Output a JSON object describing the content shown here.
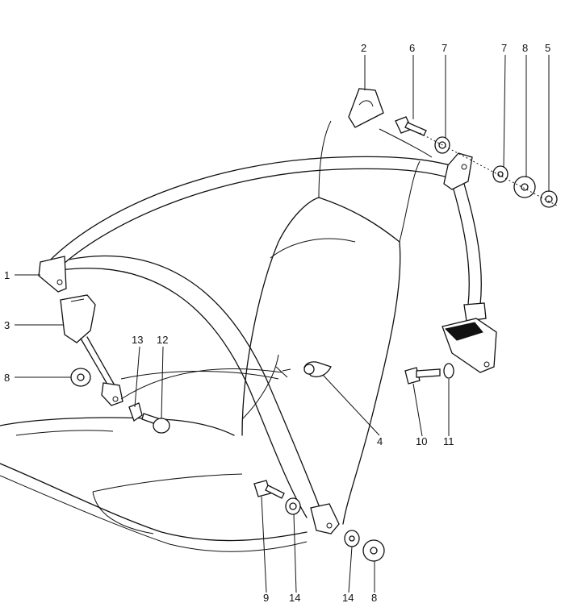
{
  "diagram": {
    "callouts": {
      "c1": "1",
      "c2": "2",
      "c3": "3",
      "c4": "4",
      "c5": "5",
      "c6": "6",
      "c7a": "7",
      "c7b": "7",
      "c8a": "8",
      "c8b": "8",
      "c8c": "8",
      "c9": "9",
      "c10": "10",
      "c11": "11",
      "c12": "12",
      "c13": "13",
      "c14a": "14",
      "c14b": "14"
    }
  }
}
